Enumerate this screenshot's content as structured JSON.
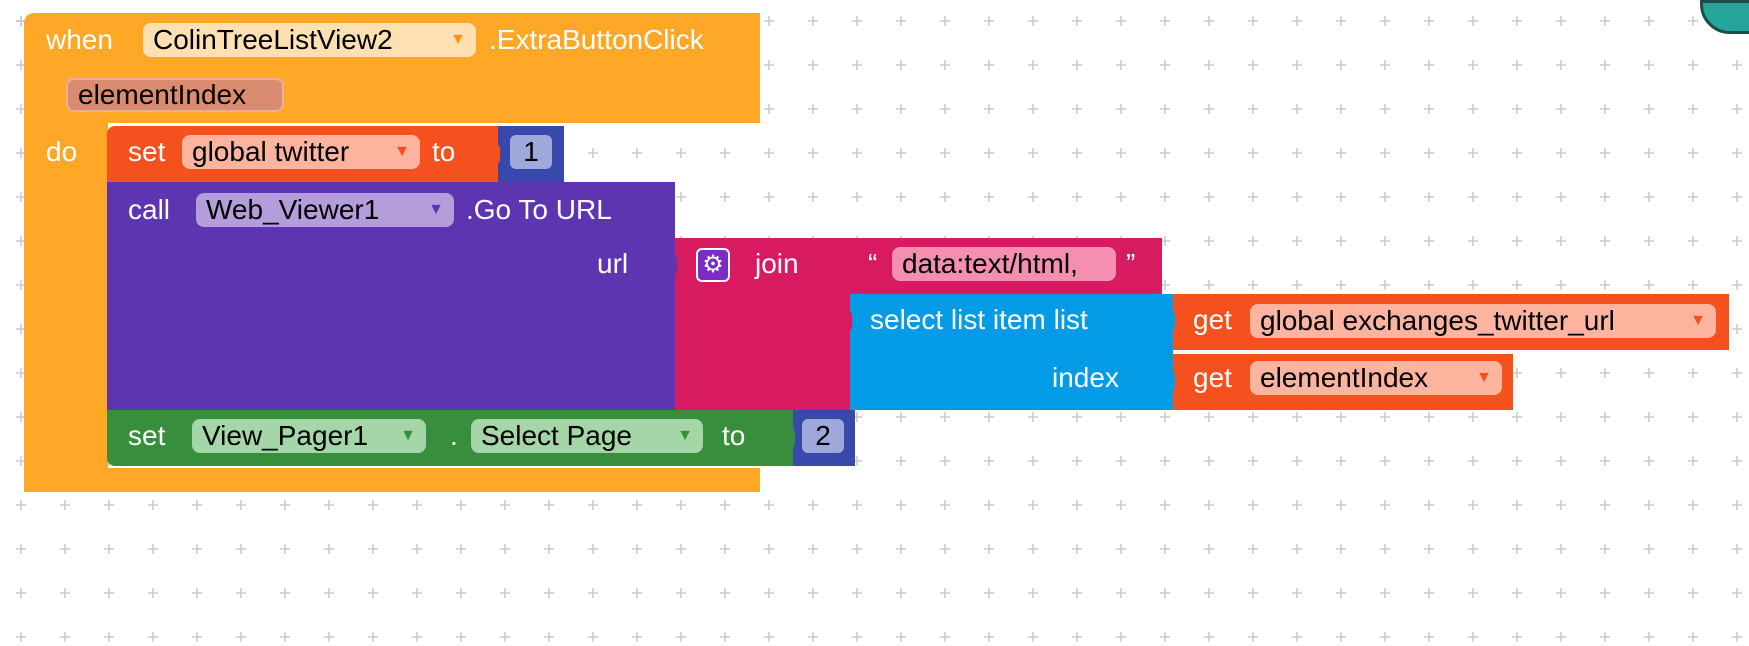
{
  "event": {
    "when_label": "when",
    "component": "ColinTreeListView2",
    "event_name": ".ExtraButtonClick",
    "param": "elementIndex",
    "do_label": "do"
  },
  "set_global": {
    "set_label": "set",
    "variable": "global twitter",
    "to_label": "to",
    "value": "1"
  },
  "call_block": {
    "call_label": "call",
    "component": "Web_Viewer1",
    "method": ".Go To URL",
    "url_label": "url"
  },
  "join_block": {
    "label": "join",
    "text_open_quote": "“",
    "text_value": "data:text/html,",
    "text_close_quote": "”"
  },
  "select_block": {
    "label": "select list item  list",
    "index_label": "index"
  },
  "get_list": {
    "get_label": "get",
    "variable": "global exchanges_twitter_url"
  },
  "get_index": {
    "get_label": "get",
    "variable": "elementIndex"
  },
  "set_pager": {
    "set_label": "set",
    "component": "View_Pager1",
    "dot": ".",
    "property": "Select Page",
    "to_label": "to",
    "value": "2"
  },
  "colors": {
    "event": "#FFA726",
    "global_var": "#F4511E",
    "component_call": "#5E35B1",
    "text": "#D81B60",
    "list": "#039BE5",
    "component_set": "#388E3C",
    "math": "#3949AB"
  },
  "icons": {
    "mutator": "gear-icon",
    "dropdown": "dropdown-arrow-icon"
  }
}
